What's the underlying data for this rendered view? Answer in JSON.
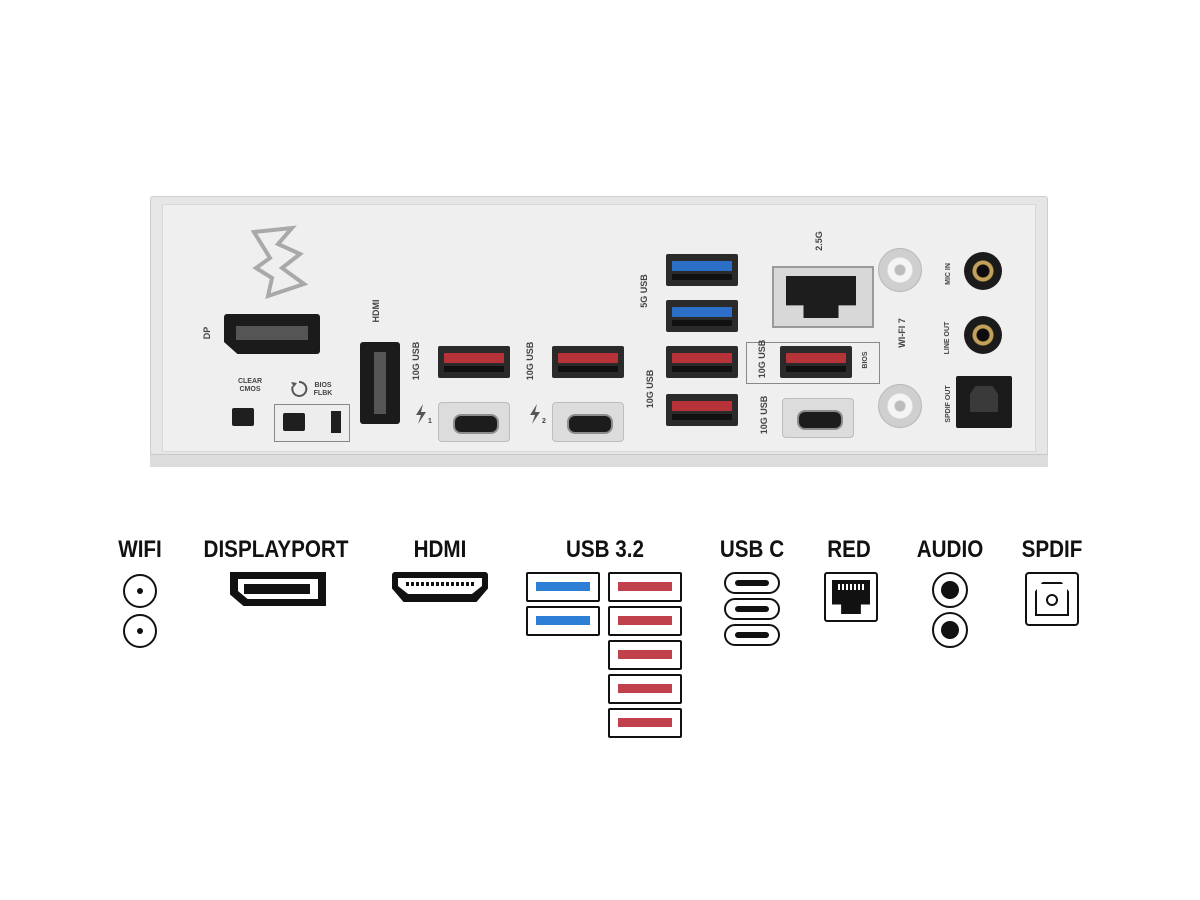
{
  "shield": {
    "labels": {
      "dp": "DP",
      "hdmi": "HDMI",
      "clear_cmos": "CLEAR CMOS",
      "bios_flbk": "BIOS FLBK",
      "usb_10g_1": "10G USB",
      "usb_10g_2": "10G USB",
      "tb_1": "1",
      "tb_2": "2",
      "usb_5g": "5G USB",
      "usb_10g_3": "10G USB",
      "usb_10g_bios": "10G USB",
      "bios": "BIOS",
      "usb_10g_c": "10G USB",
      "lan": "2.5G",
      "wifi7": "WI-FI 7",
      "mic_in": "MIC IN",
      "line_out": "LINE OUT",
      "spdif_out": "SPDIF OUT"
    }
  },
  "legend": {
    "wifi": "WIFI",
    "displayport": "DISPLAYPORT",
    "hdmi": "HDMI",
    "usb32": "USB 3.2",
    "usbc": "USB C",
    "red": "RED",
    "audio": "AUDIO",
    "spdif": "SPDIF"
  },
  "colors": {
    "usb_blue": "#2d7fd6",
    "usb_red": "#c0404c",
    "shield": "#efefef"
  }
}
